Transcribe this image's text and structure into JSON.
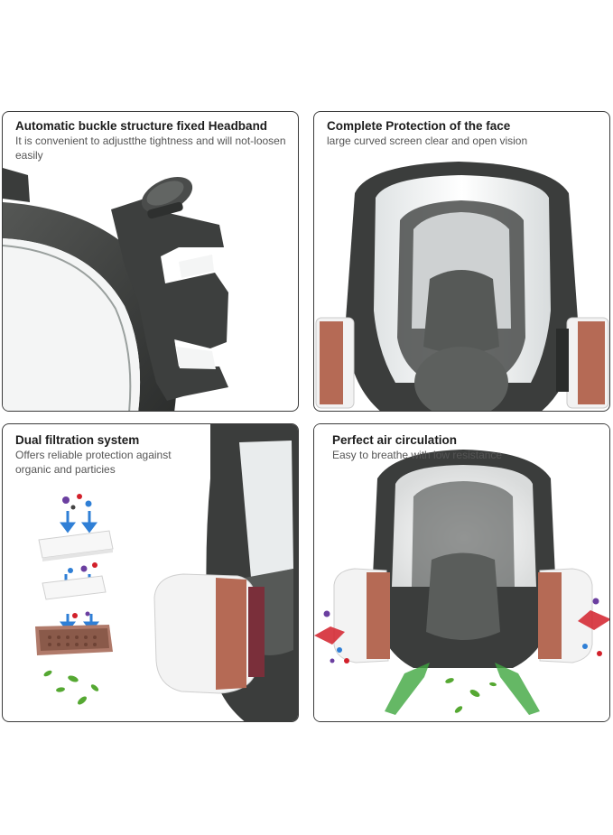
{
  "panels": [
    {
      "title": "Automatic buckle structure fixed Headband",
      "description": "It is convenient to adjustthe tightness and will not-loosen easily"
    },
    {
      "title": "Complete Protection of the face",
      "description": "large curved screen clear and open vision"
    },
    {
      "title": "Dual filtration system",
      "description": "Offers reliable protection against organic and particies"
    },
    {
      "title": "Perfect air circulation",
      "description": "Easy to breathe with low resistance"
    }
  ],
  "colors": {
    "mask_rubber": "#3b3d3c",
    "filter_cartridge": "#b56a55",
    "filter_cover": "#f2f2f2",
    "clean_air_arrow": "#3ea63e",
    "polluted_air_arrow": "#d2202a",
    "filter_flow_arrow": "#2f7fd6",
    "panel_border": "#3a3a3a"
  }
}
